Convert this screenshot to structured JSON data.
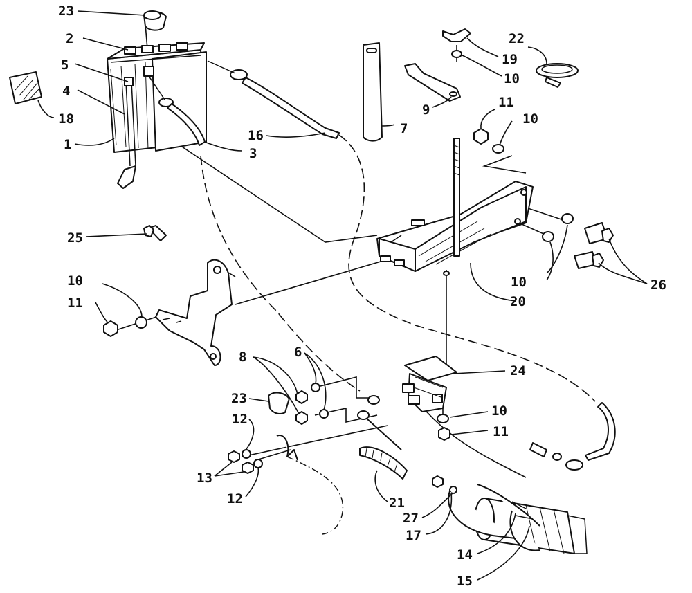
{
  "callouts": {
    "c23a": "23",
    "c2": "2",
    "c5": "5",
    "c4": "4",
    "c18": "18",
    "c1": "1",
    "c16": "16",
    "c3": "3",
    "c9": "9",
    "c7": "7",
    "c19": "19",
    "c10a": "10",
    "c22": "22",
    "c11a": "11",
    "c10b": "10",
    "c25": "25",
    "c10c": "10",
    "c11b": "11",
    "c10d": "10",
    "c26": "26",
    "c20": "20",
    "c8": "8",
    "c6": "6",
    "c24": "24",
    "c23b": "23",
    "c12a": "12",
    "c13": "13",
    "c12b": "12",
    "c10e": "10",
    "c11c": "11",
    "c21": "21",
    "c27": "27",
    "c17": "17",
    "c14": "14",
    "c15": "15"
  }
}
